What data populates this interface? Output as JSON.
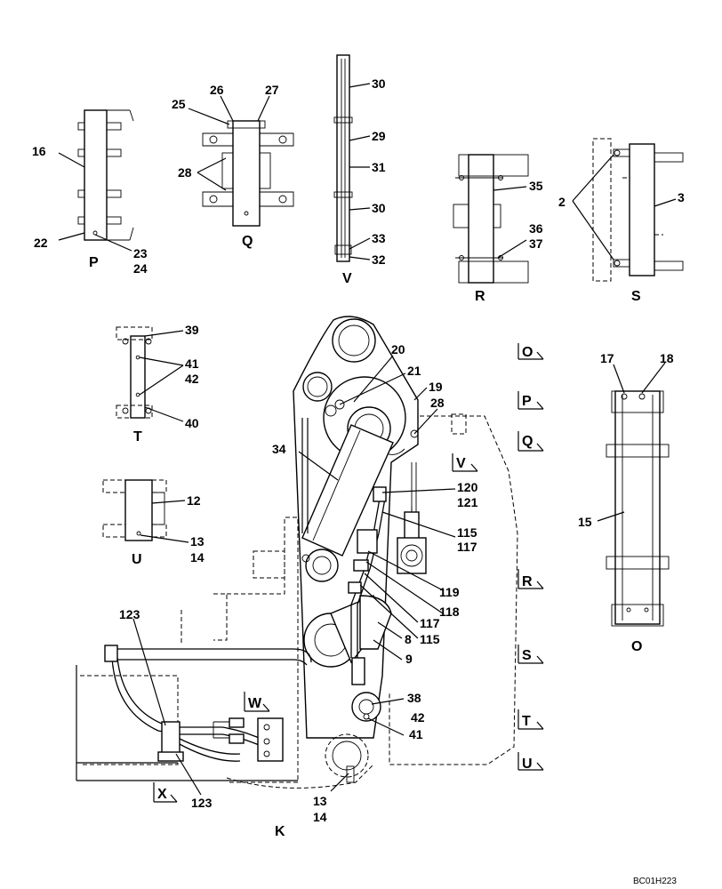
{
  "diagram": {
    "code": "BC01H223",
    "view_letters": {
      "P": "P",
      "Q": "Q",
      "V": "V",
      "R": "R",
      "S": "S",
      "T": "T",
      "U": "U",
      "O": "O",
      "K": "K"
    },
    "arrow_markers": {
      "O": "O",
      "P": "P",
      "Q": "Q",
      "V": "V",
      "R": "R",
      "S": "S",
      "T": "T",
      "U": "U",
      "W": "W",
      "X": "X"
    },
    "callouts": {
      "p16": "16",
      "p22": "22",
      "p23": "23",
      "p24": "24",
      "q25": "25",
      "q26": "26",
      "q27": "27",
      "q28": "28",
      "v30a": "30",
      "v29": "29",
      "v31": "31",
      "v30b": "30",
      "v33": "33",
      "v32": "32",
      "r35": "35",
      "r36": "36",
      "r37": "37",
      "s2": "2",
      "s3": "3",
      "t39": "39",
      "t41": "41",
      "t42": "42",
      "t40": "40",
      "u12": "12",
      "u13": "13",
      "u14": "14",
      "o17": "17",
      "o18": "18",
      "o15": "15",
      "k20": "20",
      "k21": "21",
      "k19": "19",
      "k28": "28",
      "k34": "34",
      "k120": "120",
      "k121": "121",
      "k115a": "115",
      "k117a": "117",
      "k119": "119",
      "k118": "118",
      "k117b": "117",
      "k115b": "115",
      "k8": "8",
      "k9": "9",
      "k38": "38",
      "k42": "42",
      "k41": "41",
      "k123a": "123",
      "k123b": "123",
      "k13": "13",
      "k14": "14"
    }
  }
}
